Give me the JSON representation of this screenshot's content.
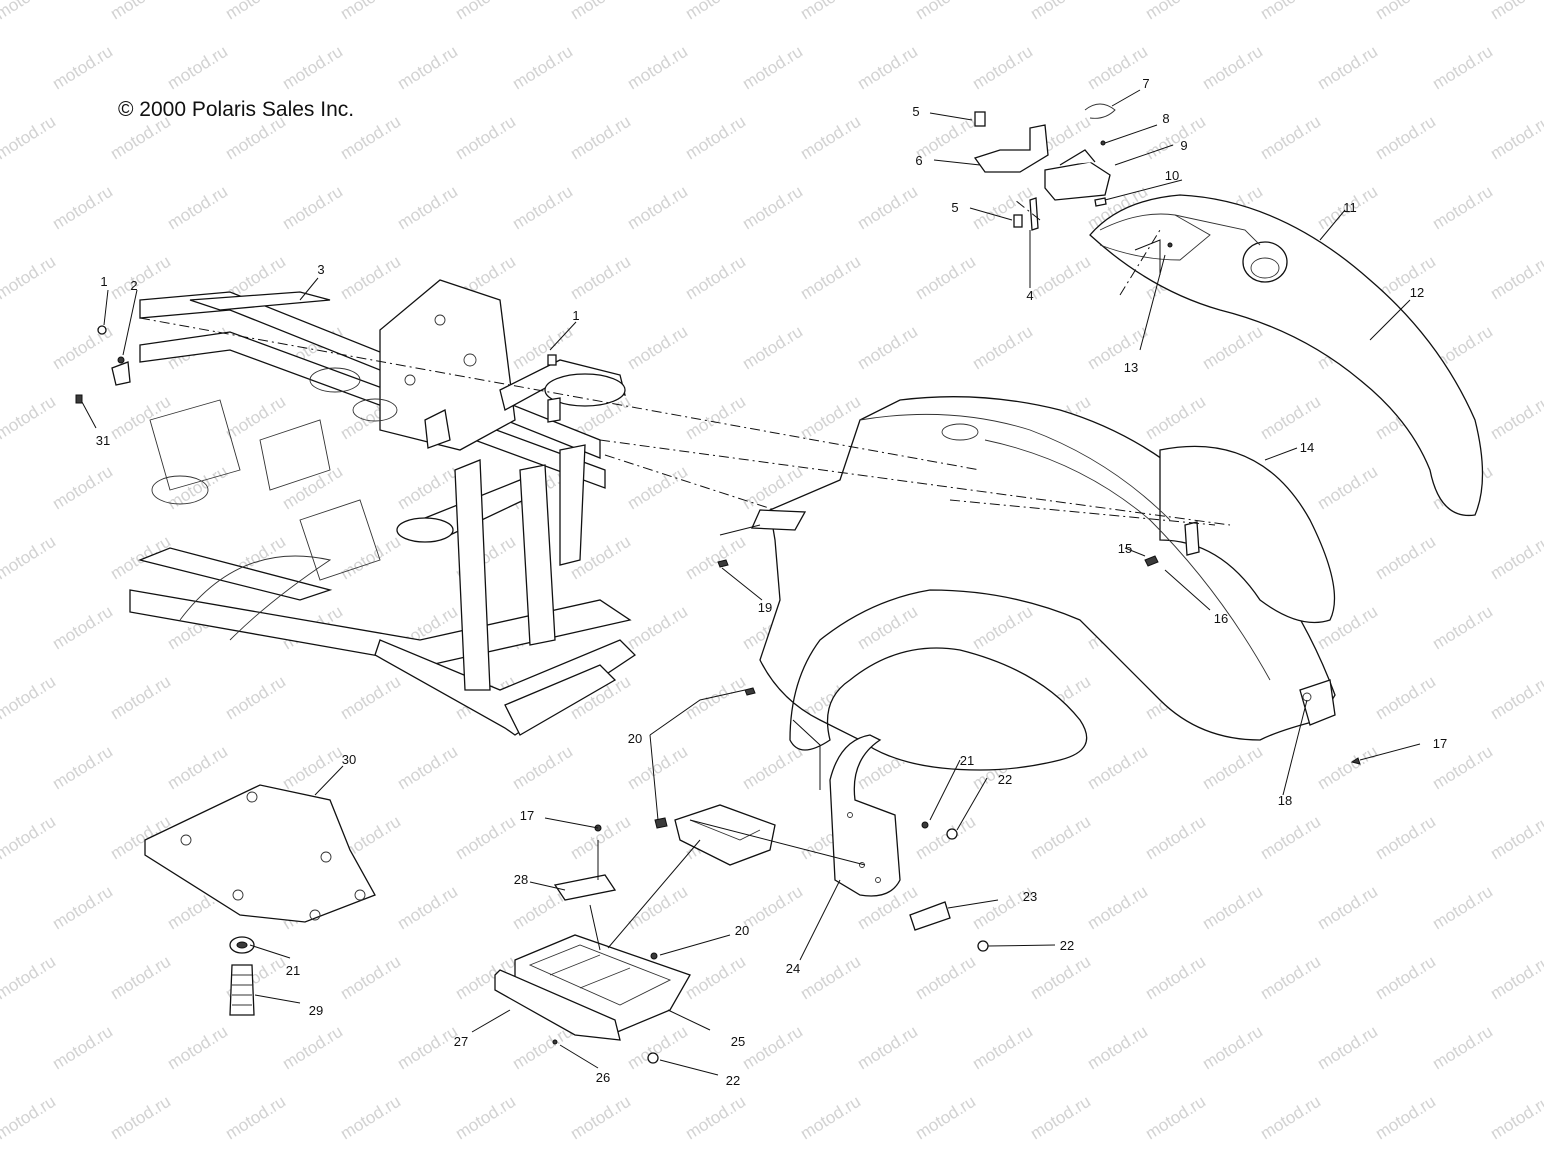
{
  "copyright": "© 2000 Polaris Sales Inc.",
  "watermark_text": "motod.ru",
  "callouts": [
    {
      "id": "1a",
      "label": "1"
    },
    {
      "id": "2",
      "label": "2"
    },
    {
      "id": "3",
      "label": "3"
    },
    {
      "id": "31",
      "label": "31"
    },
    {
      "id": "1b",
      "label": "1"
    },
    {
      "id": "5a",
      "label": "5"
    },
    {
      "id": "6",
      "label": "6"
    },
    {
      "id": "5b",
      "label": "5"
    },
    {
      "id": "4",
      "label": "4"
    },
    {
      "id": "7",
      "label": "7"
    },
    {
      "id": "8",
      "label": "8"
    },
    {
      "id": "9",
      "label": "9"
    },
    {
      "id": "10",
      "label": "10"
    },
    {
      "id": "11",
      "label": "11"
    },
    {
      "id": "12",
      "label": "12"
    },
    {
      "id": "13",
      "label": "13"
    },
    {
      "id": "14",
      "label": "14"
    },
    {
      "id": "15",
      "label": "15"
    },
    {
      "id": "16",
      "label": "16"
    },
    {
      "id": "19",
      "label": "19"
    },
    {
      "id": "17a",
      "label": "17"
    },
    {
      "id": "18",
      "label": "18"
    },
    {
      "id": "20a",
      "label": "20"
    },
    {
      "id": "21a",
      "label": "21"
    },
    {
      "id": "22a",
      "label": "22"
    },
    {
      "id": "17b",
      "label": "17"
    },
    {
      "id": "28",
      "label": "28"
    },
    {
      "id": "30",
      "label": "30"
    },
    {
      "id": "21b",
      "label": "21"
    },
    {
      "id": "29",
      "label": "29"
    },
    {
      "id": "20b",
      "label": "20"
    },
    {
      "id": "23",
      "label": "23"
    },
    {
      "id": "22b",
      "label": "22"
    },
    {
      "id": "24",
      "label": "24"
    },
    {
      "id": "25",
      "label": "25"
    },
    {
      "id": "27",
      "label": "27"
    },
    {
      "id": "26",
      "label": "26"
    },
    {
      "id": "22c",
      "label": "22"
    }
  ]
}
